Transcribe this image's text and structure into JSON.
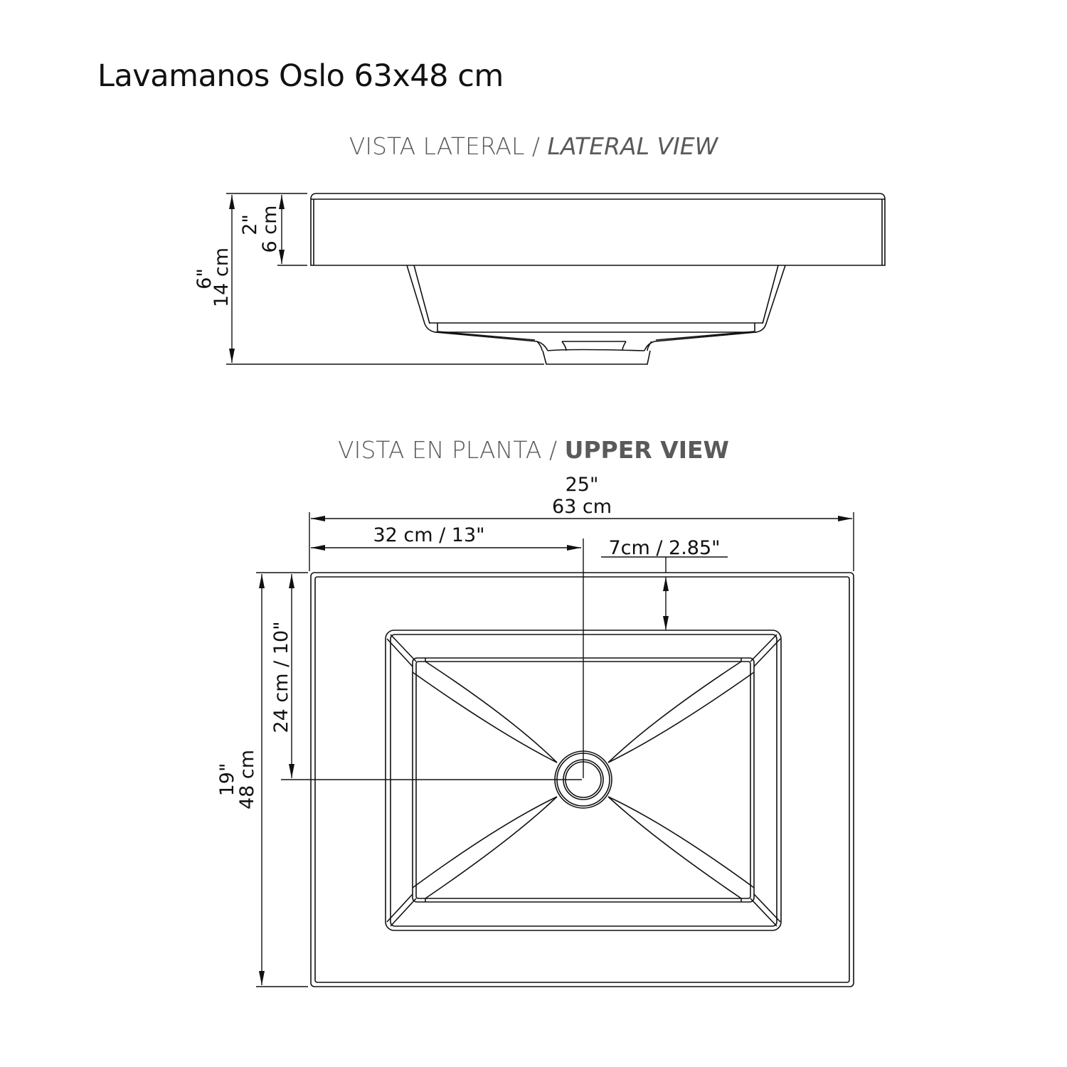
{
  "title": "Lavamanos Oslo 63x48 cm",
  "lateral_view": {
    "heading_es": "VISTA LATERAL /",
    "heading_en": "LATERAL VIEW",
    "dimensions": {
      "total_height_in": "6\"",
      "total_height_cm": "14 cm",
      "rim_height_in": "2\"",
      "rim_height_cm": "6 cm"
    }
  },
  "upper_view": {
    "heading_es": "VISTA EN PLANTA /",
    "heading_en": "UPPER VIEW",
    "dimensions": {
      "width_in": "25\"",
      "width_cm": "63 cm",
      "drain_offset_x": "32 cm / 13\"",
      "rim_offset": "7cm / 2.85\"",
      "depth_in": "19\"",
      "depth_cm": "48 cm",
      "drain_offset_y": "24 cm / 10\""
    }
  },
  "colors": {
    "line": "#111111",
    "heading": "#5a5a5a",
    "background": "#ffffff"
  }
}
